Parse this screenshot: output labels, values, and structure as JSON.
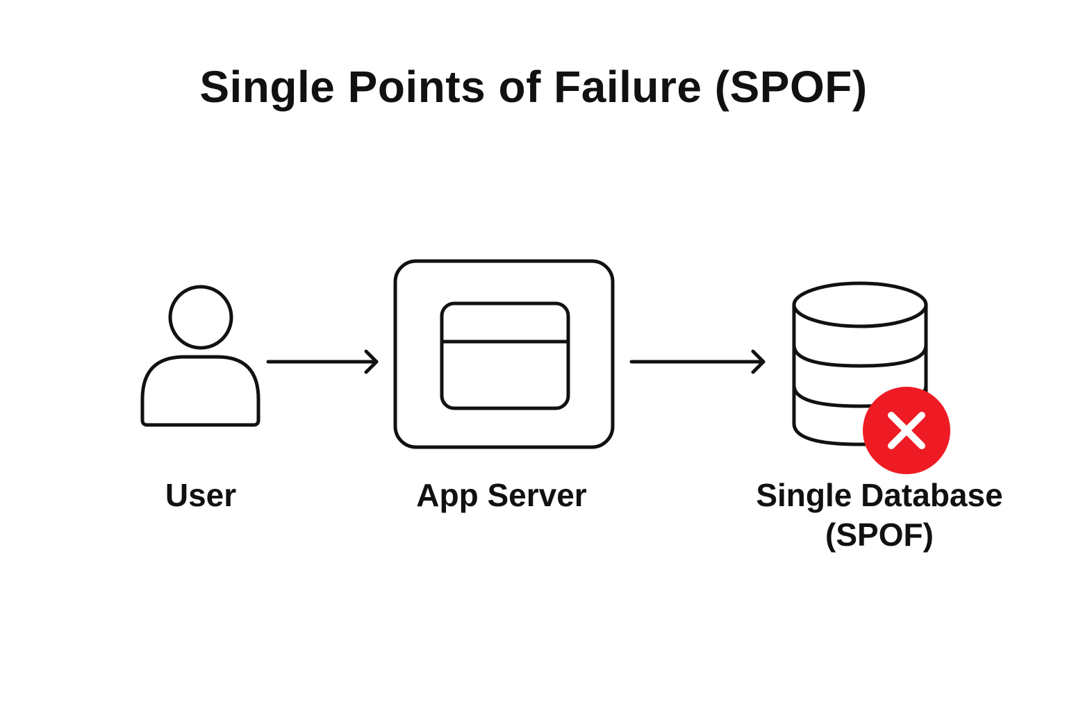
{
  "title": "Single Points of Failure (SPOF)",
  "nodes": {
    "user": {
      "label": "User",
      "icon": "user-icon"
    },
    "server": {
      "label": "App Server",
      "icon": "server-window-icon"
    },
    "database": {
      "label_line1": "Single Database",
      "label_line2": "(SPOF)",
      "icon": "database-icon",
      "status_icon": "error-x-icon"
    }
  },
  "colors": {
    "stroke": "#111111",
    "failure": "#ee1b24",
    "background": "#ffffff"
  }
}
